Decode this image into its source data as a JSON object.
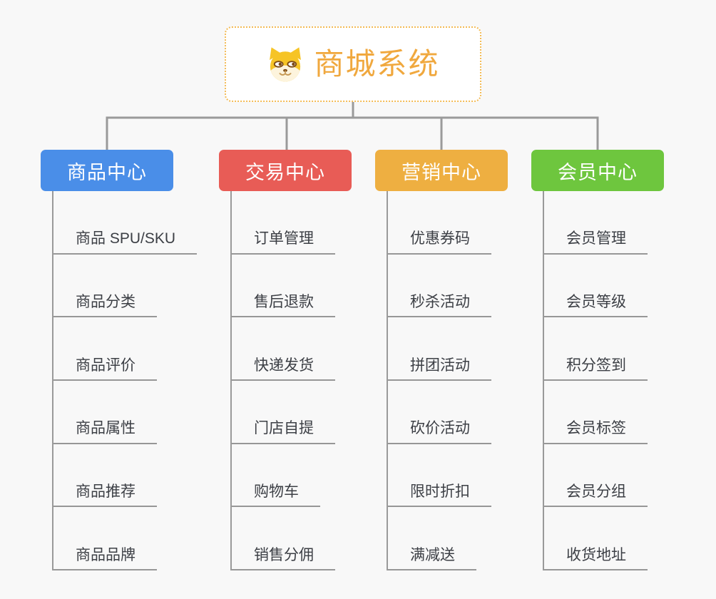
{
  "root": {
    "title": "商城系统",
    "icon": "shiba-dog-icon",
    "accent_color": "#f0a83e",
    "border_color": "#f3bb55"
  },
  "branches": [
    {
      "label": "商品中心",
      "color": "#4a8ee8",
      "items": [
        "商品 SPU/SKU",
        "商品分类",
        "商品评价",
        "商品属性",
        "商品推荐",
        "商品品牌"
      ]
    },
    {
      "label": "交易中心",
      "color": "#e85c56",
      "items": [
        "订单管理",
        "售后退款",
        "快递发货",
        "门店自提",
        "购物车",
        "销售分佣"
      ]
    },
    {
      "label": "营销中心",
      "color": "#eeaf41",
      "items": [
        "优惠券码",
        "秒杀活动",
        "拼团活动",
        "砍价活动",
        "限时折扣",
        "满减送"
      ]
    },
    {
      "label": "会员中心",
      "color": "#6ec63e",
      "items": [
        "会员管理",
        "会员等级",
        "积分签到",
        "会员标签",
        "会员分组",
        "收货地址"
      ]
    }
  ],
  "colors": {
    "background": "#f8f8f8",
    "connector": "#9a9a9a",
    "item_underline": "#979797",
    "item_text": "#3c3f45"
  }
}
